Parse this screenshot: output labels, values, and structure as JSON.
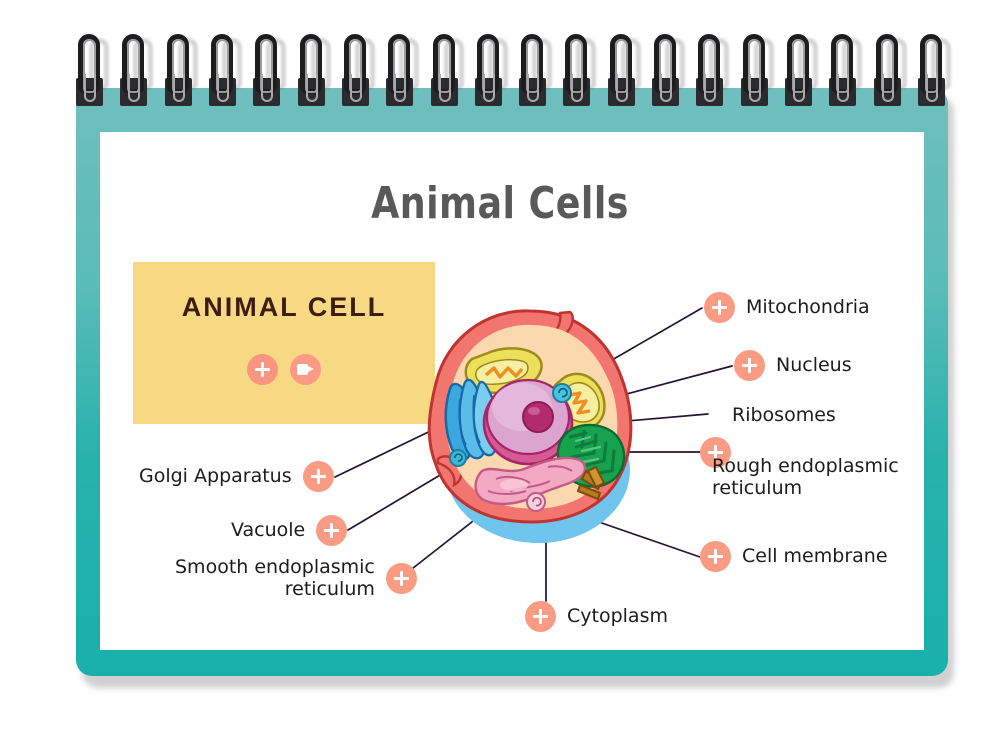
{
  "page_title": "Animal Cells",
  "card": {
    "heading": "ANIMAL CELL",
    "buttons": [
      {
        "name": "add-button",
        "icon": "plus-icon",
        "label": "+"
      },
      {
        "name": "video-button",
        "icon": "video-camera-icon",
        "label": ""
      }
    ]
  },
  "colors": {
    "notebook_teal_top": "#6fbfbd",
    "notebook_teal_bottom": "#19b0ab",
    "page_white": "#ffffff",
    "card_yellow": "#f7d984",
    "marker_coral": "#fb9b83",
    "title_gray": "#595959",
    "connector_navy": "#241433",
    "card_heading_brown": "#3d1d12",
    "membrane_red": "#ef6f6b",
    "cytoplasm_peach": "#fad7ae",
    "nucleus_pink": "#d9a0c8",
    "nucleolus_magenta": "#b0306f",
    "golgi_blue": "#3aa0d6",
    "mitochondria_yellow": "#e8d44f",
    "rough_er_green": "#19a050",
    "smooth_er_pink": "#f2a8c0",
    "centriole_brown": "#b3751f",
    "cell_shadow_blue": "#6fc5ee"
  },
  "callouts": [
    {
      "id": "mitochondria",
      "label": "Mitochondria",
      "side": "right",
      "marker": "plus-icon"
    },
    {
      "id": "nucleus",
      "label": "Nucleus",
      "side": "right",
      "marker": "plus-icon"
    },
    {
      "id": "ribosomes",
      "label": "Ribosomes",
      "side": "right",
      "marker": "none"
    },
    {
      "id": "rough-er",
      "label": "Rough endoplasmic\nreticulum",
      "side": "right",
      "marker": "plus-icon"
    },
    {
      "id": "cell-membrane",
      "label": "Cell membrane",
      "side": "right",
      "marker": "plus-icon"
    },
    {
      "id": "golgi",
      "label": "Golgi Apparatus",
      "side": "left",
      "marker": "plus-icon"
    },
    {
      "id": "vacuole",
      "label": "Vacuole",
      "side": "left",
      "marker": "plus-icon"
    },
    {
      "id": "smooth-er",
      "label": "Smooth endoplasmic\nreticulum",
      "side": "left",
      "marker": "plus-icon"
    },
    {
      "id": "cytoplasm",
      "label": "Cytoplasm",
      "side": "bottom",
      "marker": "plus-icon"
    }
  ],
  "spiral": {
    "ring_count": 20
  }
}
